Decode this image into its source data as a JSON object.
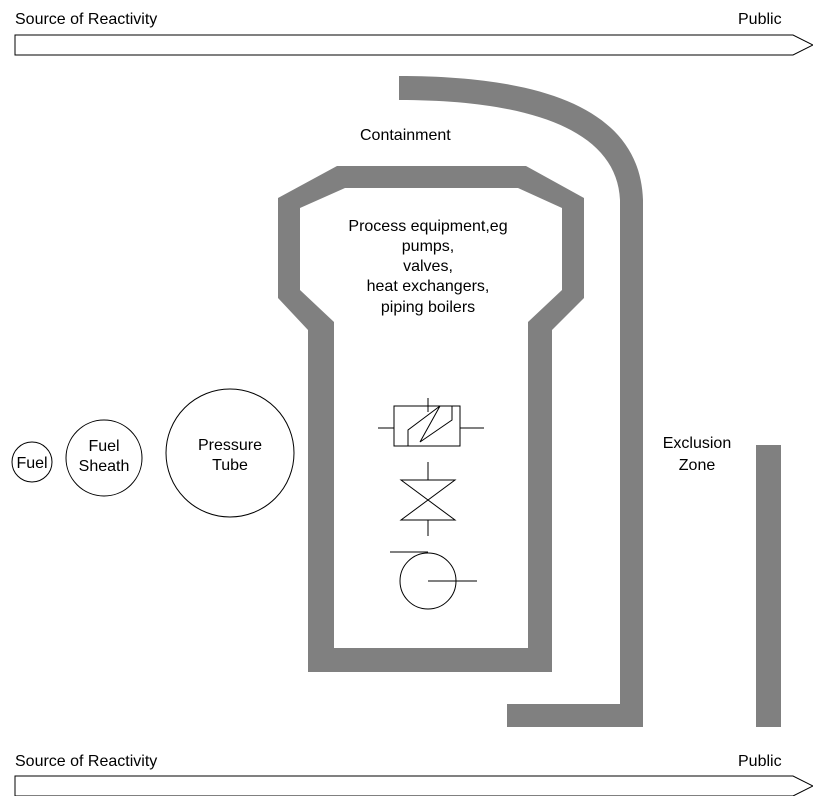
{
  "top_arrow": {
    "left_label": "Source of Reactivity",
    "right_label": "Public"
  },
  "bottom_arrow": {
    "left_label": "Source of Reactivity",
    "right_label": "Public"
  },
  "containment": {
    "label": "Containment"
  },
  "process_equipment": {
    "lines": [
      "Process equipment,eg",
      "pumps,",
      "valves,",
      "heat exchangers,",
      "piping boilers"
    ],
    "symbols": [
      "heat-exchanger-icon",
      "valve-icon",
      "pump-icon"
    ]
  },
  "barriers": {
    "fuel": {
      "label": "Fuel"
    },
    "fuel_sheath": {
      "lines": [
        "Fuel",
        "Sheath"
      ]
    },
    "pressure_tube": {
      "lines": [
        "Pressure",
        "Tube"
      ]
    }
  },
  "exclusion_zone": {
    "lines": [
      "Exclusion",
      "Zone"
    ]
  },
  "colors": {
    "barrier_fill": "#808080",
    "line": "#000000",
    "background": "#ffffff"
  }
}
